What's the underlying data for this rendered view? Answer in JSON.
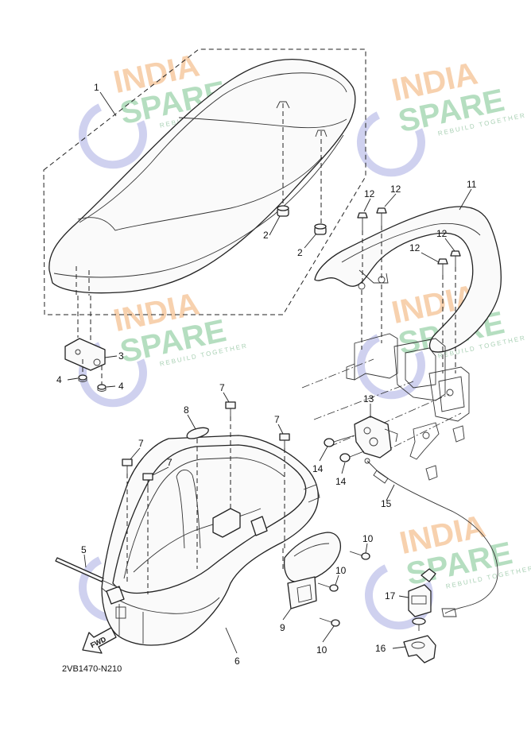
{
  "diagram": {
    "code": "2VB1470-N210",
    "fwd_label": "FWD",
    "watermark": {
      "line1": "INDIA",
      "line2": "SPARE",
      "tagline": "REBUILD TOGETHER",
      "colors": {
        "line1": "#f6c9a0",
        "line2": "#a8d8b5",
        "arrow": "#c7c9ec"
      }
    },
    "callouts": [
      {
        "key": "c1",
        "label": "1"
      },
      {
        "key": "c2a",
        "label": "2"
      },
      {
        "key": "c2b",
        "label": "2"
      },
      {
        "key": "c3",
        "label": "3"
      },
      {
        "key": "c4a",
        "label": "4"
      },
      {
        "key": "c4b",
        "label": "4"
      },
      {
        "key": "c5",
        "label": "5"
      },
      {
        "key": "c6",
        "label": "6"
      },
      {
        "key": "c7a",
        "label": "7"
      },
      {
        "key": "c7b",
        "label": "7"
      },
      {
        "key": "c7c",
        "label": "7"
      },
      {
        "key": "c7d",
        "label": "7"
      },
      {
        "key": "c8",
        "label": "8"
      },
      {
        "key": "c9",
        "label": "9"
      },
      {
        "key": "c10a",
        "label": "10"
      },
      {
        "key": "c10b",
        "label": "10"
      },
      {
        "key": "c10c",
        "label": "10"
      },
      {
        "key": "c11",
        "label": "11"
      },
      {
        "key": "c12a",
        "label": "12"
      },
      {
        "key": "c12b",
        "label": "12"
      },
      {
        "key": "c12c",
        "label": "12"
      },
      {
        "key": "c12d",
        "label": "12"
      },
      {
        "key": "c13",
        "label": "13"
      },
      {
        "key": "c14a",
        "label": "14"
      },
      {
        "key": "c14b",
        "label": "14"
      },
      {
        "key": "c15",
        "label": "15"
      },
      {
        "key": "c16",
        "label": "16"
      },
      {
        "key": "c17",
        "label": "17"
      }
    ]
  }
}
